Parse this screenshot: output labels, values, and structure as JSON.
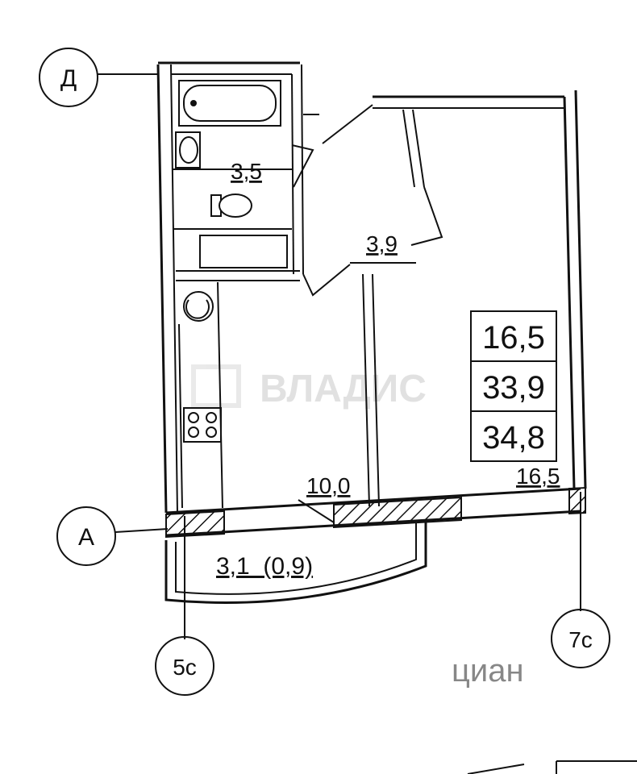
{
  "axes": {
    "d": "Д",
    "a": "А",
    "c5": "5с",
    "c7": "7с"
  },
  "rooms": {
    "bathroom": "3,5",
    "hall": "3,9",
    "kitchen": "10,0",
    "living": "16,5",
    "balcony": "3,1  (0,9)"
  },
  "summary": {
    "living_area": "16,5",
    "total_area": "33,9",
    "total_with_balcony": "34,8"
  },
  "watermark": {
    "brand": "ВЛАДИС",
    "source": "циан"
  }
}
